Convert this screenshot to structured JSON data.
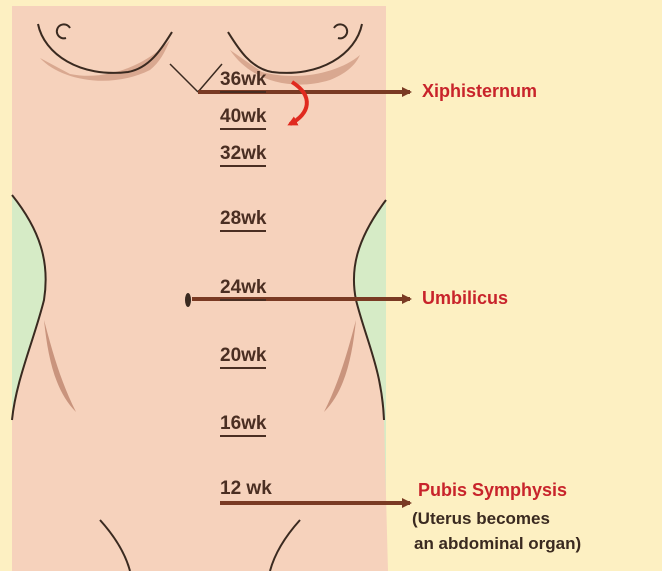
{
  "weeks": [
    "36wk",
    "40wk",
    "32wk",
    "28wk",
    "24wk",
    "20wk",
    "16wk",
    "12 wk"
  ],
  "landmarks": {
    "xiphisternum": "Xiphisternum",
    "umbilicus": "Umbilicus",
    "pubis": "Pubis Symphysis"
  },
  "pubis_note": [
    "(Uterus becomes",
    "an abdominal organ)"
  ],
  "colors": {
    "background": "#fdf0c2",
    "panel": "#d6ebc6",
    "skin": "#f6d2bc",
    "shadow": "#c9947d",
    "arrow": "#7a3a23",
    "curved_arrow": "#e02a1f",
    "landmark_text": "#c8242b"
  }
}
